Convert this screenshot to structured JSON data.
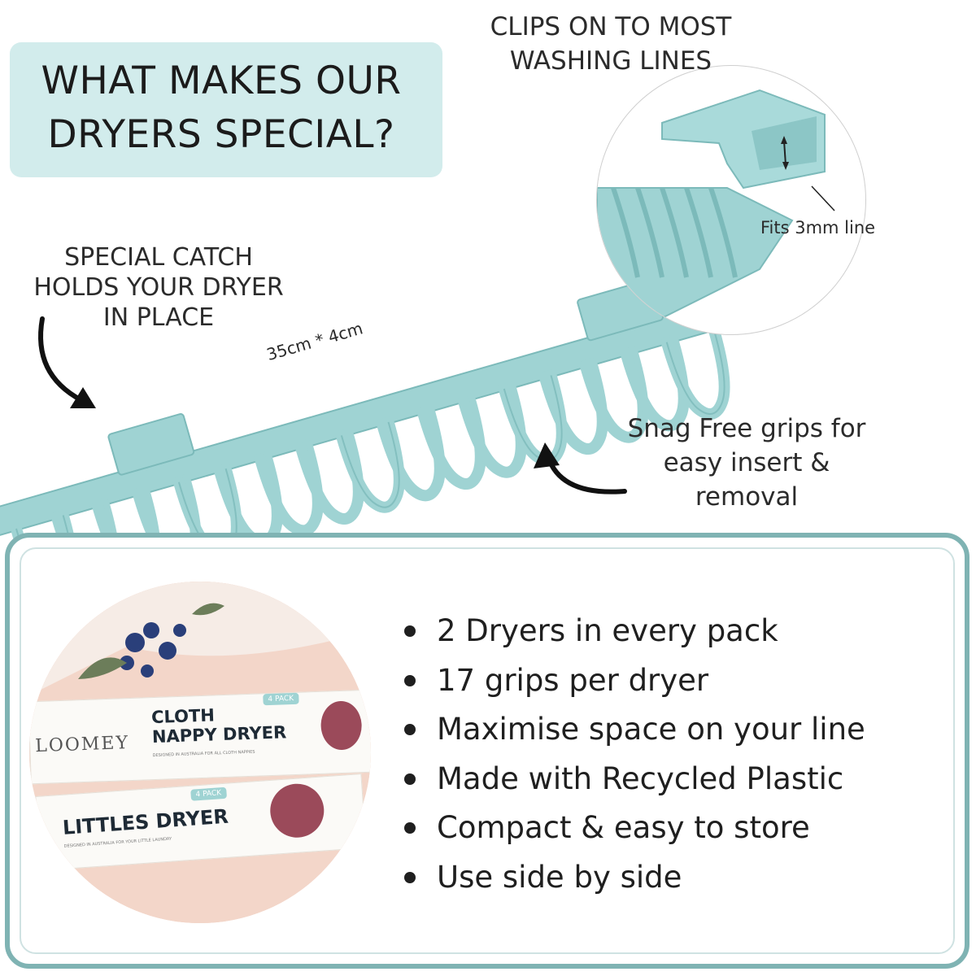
{
  "headline": {
    "line1": "WHAT MAKES OUR",
    "line2": "DRYERS SPECIAL?"
  },
  "callouts": {
    "clip": {
      "line1": "CLIPS ON TO MOST",
      "line2": "WASHING LINES"
    },
    "fits": "Fits 3mm line",
    "catch": {
      "line1": "SPECIAL CATCH",
      "line2": "HOLDS YOUR DRYER",
      "line3": "IN PLACE"
    },
    "dimensions": "35cm * 4cm",
    "grips": {
      "line1": "Snag Free grips for",
      "line2": "easy insert &",
      "line3": "removal"
    }
  },
  "product": {
    "brand": "LOOMEY",
    "box1_title_line1": "CLOTH",
    "box1_title_line2": "NAPPY DRYER",
    "box1_tag": "4 PACK",
    "box1_subtitle": "DESIGNED IN AUSTRALIA FOR ALL CLOTH NAPPIES",
    "box2_title": "LITTLES DRYER",
    "box2_tag": "4 PACK",
    "box2_subtitle": "DESIGNED IN AUSTRALIA FOR YOUR LITTLE LAUNDRY"
  },
  "features": [
    "2 Dryers in every pack",
    "17 grips per dryer",
    "Maximise space on your line",
    "Made with Recycled Plastic",
    "Compact & easy to store",
    "Use side by side"
  ],
  "colors": {
    "accent": "#7fb3b3",
    "title_bg": "#d2ecec",
    "plastic": "#9fd3d3",
    "plastic_dark": "#7cbaba",
    "product_bg": "#f0cdbf"
  },
  "icons": [
    "curved-arrow-icon",
    "bullet-dot-icon"
  ]
}
